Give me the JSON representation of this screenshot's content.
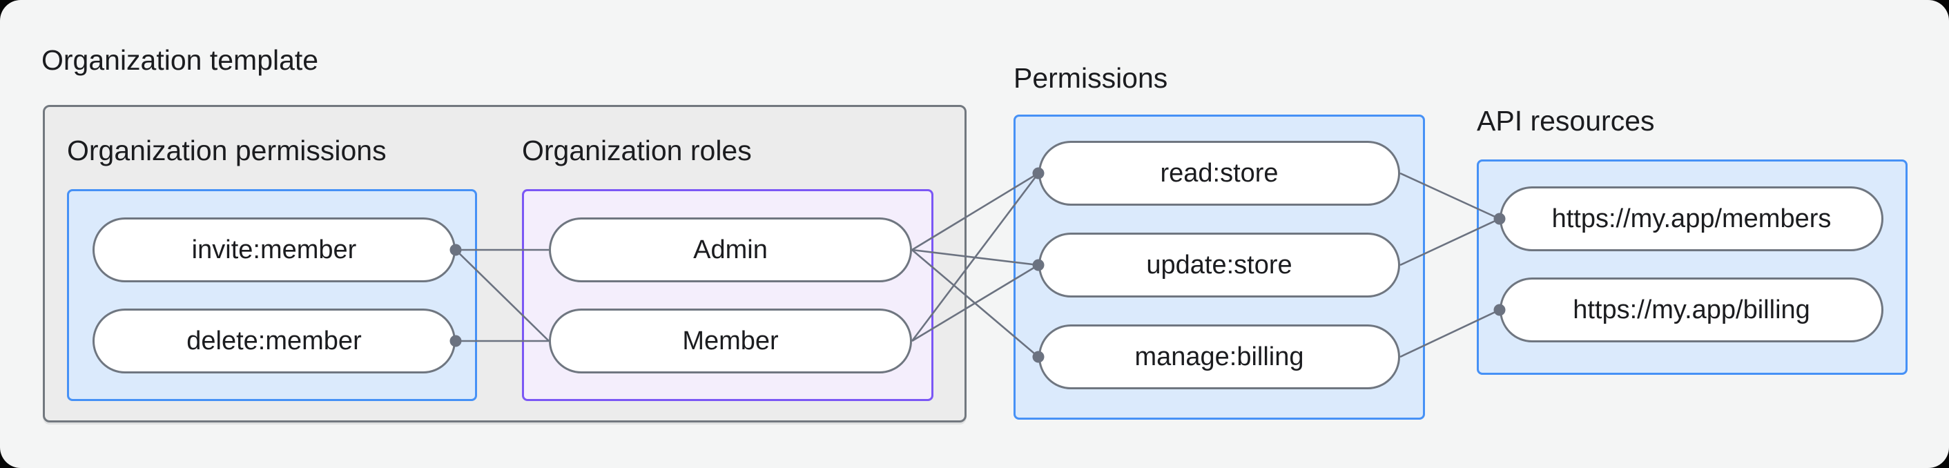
{
  "title": "Organization template",
  "groups": {
    "org_permissions": {
      "label": "Organization permissions",
      "items": [
        "invite:member",
        "delete:member"
      ]
    },
    "org_roles": {
      "label": "Organization roles",
      "items": [
        "Admin",
        "Member"
      ]
    },
    "permissions": {
      "label": "Permissions",
      "items": [
        "read:store",
        "update:store",
        "manage:billing"
      ]
    },
    "api_resources": {
      "label": "API resources",
      "items": [
        "https://my.app/members",
        "https://my.app/billing"
      ]
    }
  },
  "edges": [
    {
      "from": "op0",
      "to": "r0"
    },
    {
      "from": "op0",
      "to": "r1"
    },
    {
      "from": "op1",
      "to": "r1"
    },
    {
      "from": "r0",
      "to": "p0"
    },
    {
      "from": "r0",
      "to": "p1"
    },
    {
      "from": "r0",
      "to": "p2"
    },
    {
      "from": "r1",
      "to": "p0"
    },
    {
      "from": "r1",
      "to": "p1"
    },
    {
      "from": "p0",
      "to": "a0"
    },
    {
      "from": "p1",
      "to": "a0"
    },
    {
      "from": "p2",
      "to": "a1"
    }
  ],
  "dots": [
    {
      "node": "op0",
      "side": "right"
    },
    {
      "node": "op1",
      "side": "right"
    },
    {
      "node": "p0",
      "side": "left"
    },
    {
      "node": "p1",
      "side": "left"
    },
    {
      "node": "p2",
      "side": "left"
    },
    {
      "node": "a0",
      "side": "left"
    },
    {
      "node": "a1",
      "side": "left"
    }
  ],
  "colors": {
    "page_background": "#f4f5f5",
    "gray_box_fill": "#ececec",
    "gray_box_border": "#72787f",
    "blue_box_fill": "#dbeafc",
    "blue_box_border": "#4691f6",
    "purple_box_fill": "#f4eefc",
    "purple_box_border": "#7b57f5",
    "pill_border": "#6f7680",
    "connector_line": "#6b7280",
    "text": "#1b1c1f"
  }
}
